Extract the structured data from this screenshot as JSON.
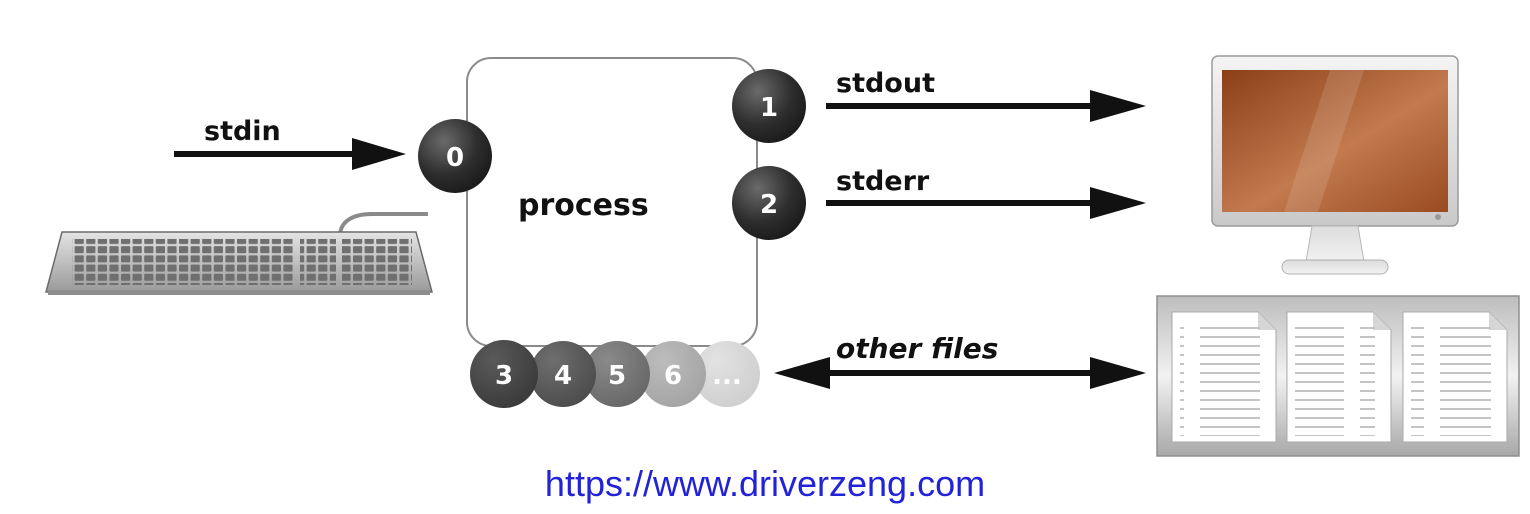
{
  "labels": {
    "stdin": "stdin",
    "stdout": "stdout",
    "stderr": "stderr",
    "process": "process",
    "other_files": "other files"
  },
  "descriptors": {
    "stdin_fd": "0",
    "stdout_fd": "1",
    "stderr_fd": "2",
    "extra": [
      "3",
      "4",
      "5",
      "6",
      "..."
    ]
  },
  "footer": {
    "url": "https://www.driverzeng.com"
  },
  "colors": {
    "url": "#2222d8",
    "fd_dark": "#333333",
    "screen": "#b5602f",
    "arrow": "#111111"
  },
  "icons": [
    "keyboard-icon",
    "monitor-icon",
    "documents-icon"
  ]
}
